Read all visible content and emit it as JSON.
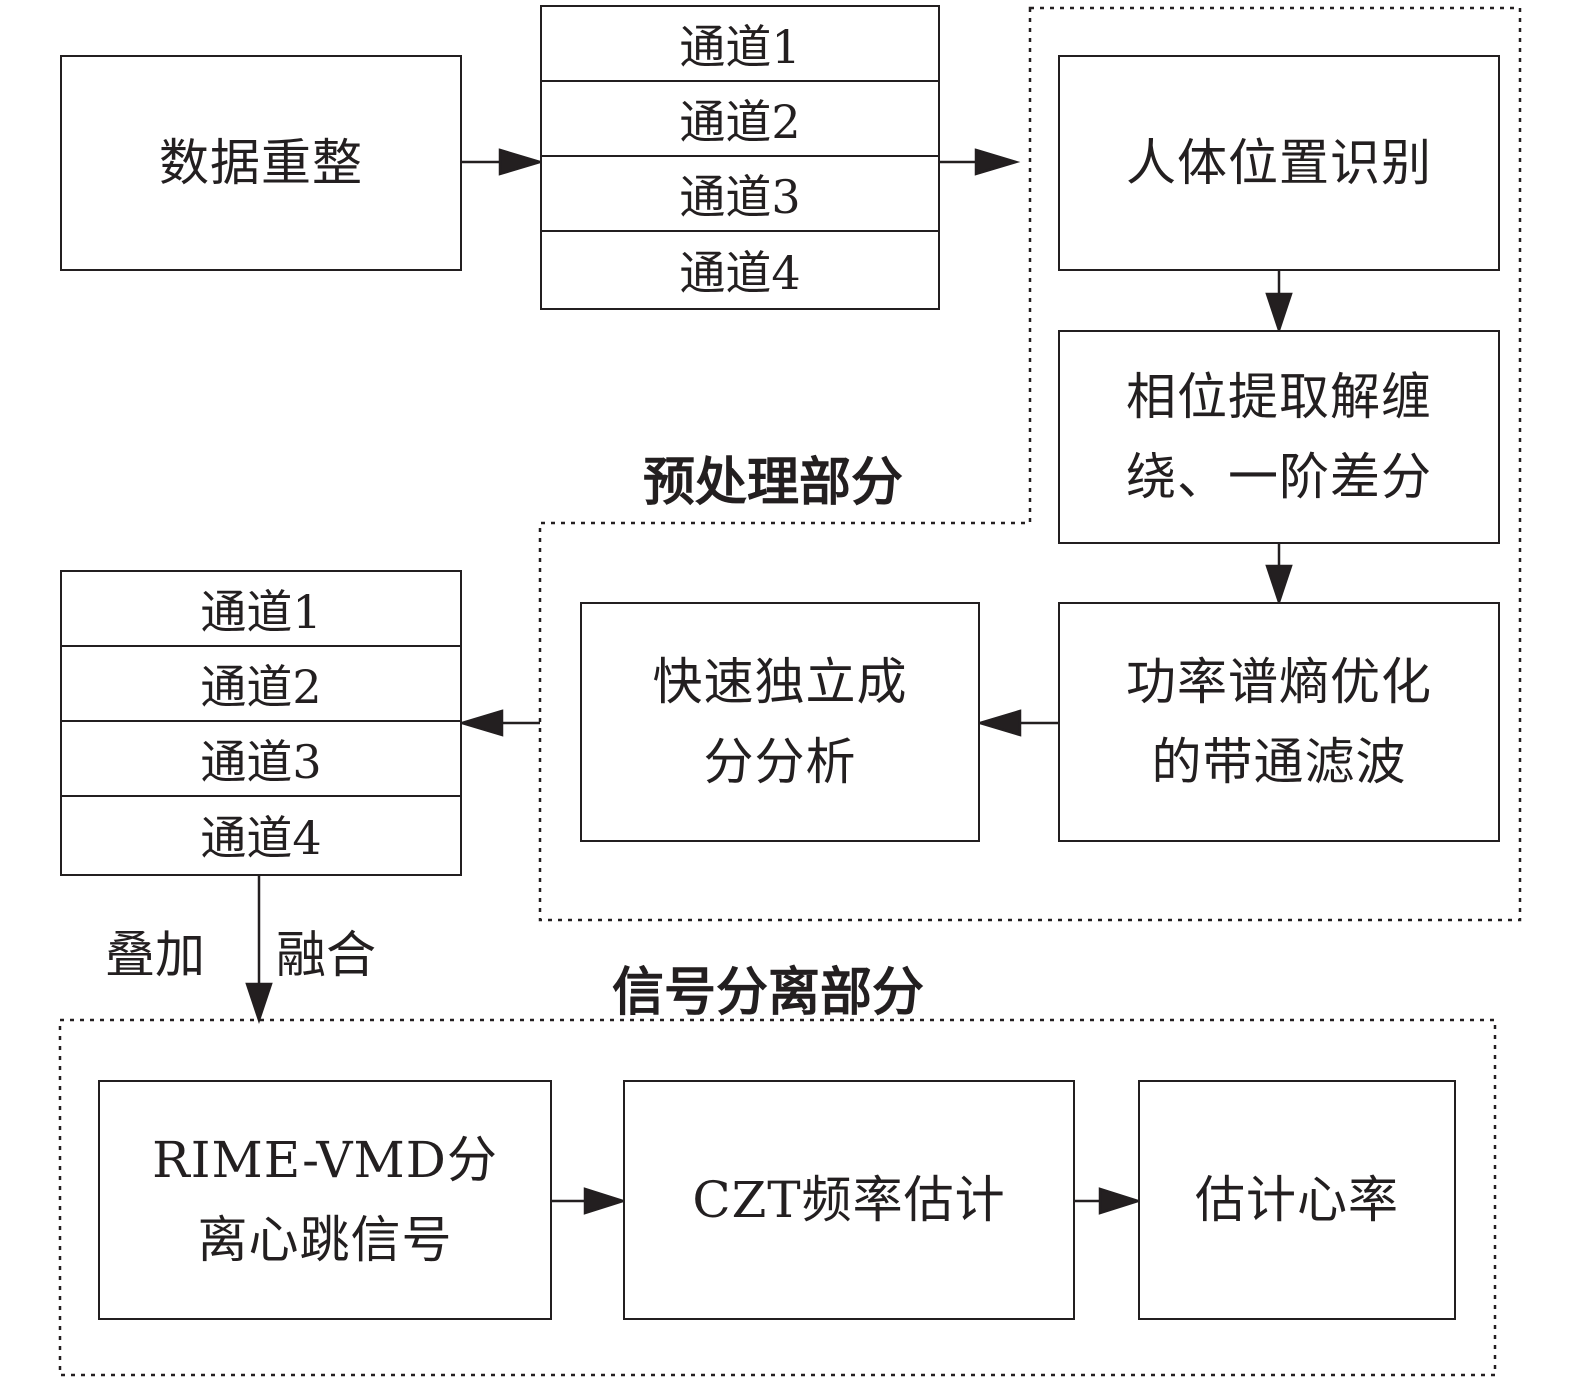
{
  "steps": {
    "data_reshape": "数据重整",
    "body_position": "人体位置识别",
    "phase_extract_line1": "相位提取解缠",
    "phase_extract_line2": "绕、一阶差分",
    "psd_filter_line1": "功率谱熵优化",
    "psd_filter_line2": "的带通滤波",
    "fastica_line1": "快速独立成",
    "fastica_line2": "分分析",
    "rime_vmd_line1": "RIME-VMD分",
    "rime_vmd_line2": "离心跳信号",
    "czt": "CZT频率估计",
    "heart_rate": "估计心率"
  },
  "channels_top": [
    "通道1",
    "通道2",
    "通道3",
    "通道4"
  ],
  "channels_bottom": [
    "通道1",
    "通道2",
    "通道3",
    "通道4"
  ],
  "sections": {
    "preprocess": "预处理部分",
    "separation": "信号分离部分"
  },
  "labels": {
    "stack": "叠加",
    "fuse": "融合"
  }
}
